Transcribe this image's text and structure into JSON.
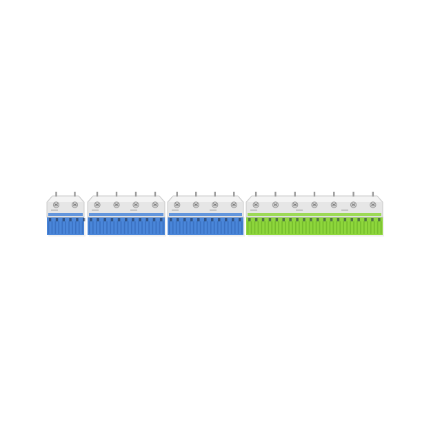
{
  "image": {
    "background": "#ffffff",
    "subject": "terminal-block-row",
    "blocks": [
      {
        "id": "block-1",
        "color_name": "blue",
        "body_color": "#4a86d9",
        "body_dark": "#2f62b0",
        "cover_color": "#e6e6e6",
        "screws": 2
      },
      {
        "id": "block-2",
        "color_name": "blue",
        "body_color": "#4a86d9",
        "body_dark": "#2f62b0",
        "cover_color": "#e6e6e6",
        "screws": 4
      },
      {
        "id": "block-3",
        "color_name": "blue",
        "body_color": "#4a86d9",
        "body_dark": "#2f62b0",
        "cover_color": "#e6e6e6",
        "screws": 4
      },
      {
        "id": "block-4",
        "color_name": "green",
        "body_color": "#8ed63c",
        "body_dark": "#63a921",
        "cover_color": "#e6e6e6",
        "screws": 7
      }
    ]
  }
}
